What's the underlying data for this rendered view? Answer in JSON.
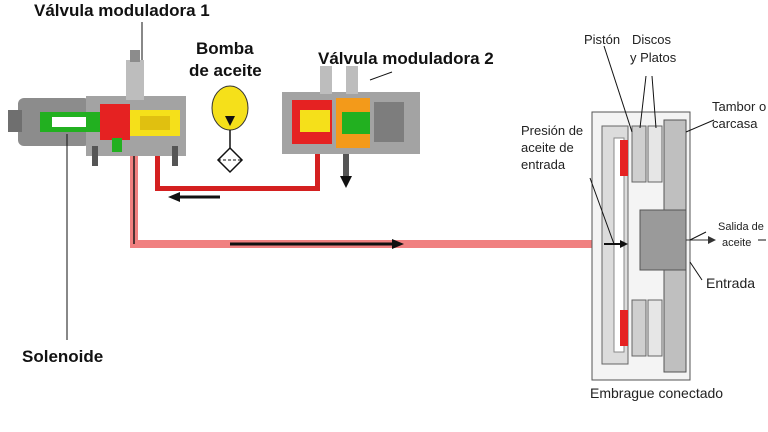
{
  "labels": {
    "valve1": "Válvula moduladora 1",
    "pump_line1": "Bomba",
    "pump_line2": "de aceite",
    "valve2": "Válvula moduladora 2",
    "solenoid": "Solenoide",
    "piston": "Pistón",
    "discs_line1": "Discos",
    "discs_line2": "y Platos",
    "drum_line1": "Tambor o",
    "drum_line2": "carcasa",
    "pressure_line1": "Presión de",
    "pressure_line2": "aceite de",
    "pressure_line3": "entrada",
    "outlet_line1": "Salida de",
    "outlet_line2": "aceite",
    "inlet": "Entrada",
    "engaged": "Embrague conectado"
  },
  "colors": {
    "pressure_line": "#f08080",
    "high_pressure": "#e52222",
    "pilot_oil": "#f5e01a",
    "solenoid_green": "#22b020",
    "spring_orange": "#f39a1a",
    "body_gray": "#9a9a9a",
    "flow_arrow": "#111111"
  }
}
